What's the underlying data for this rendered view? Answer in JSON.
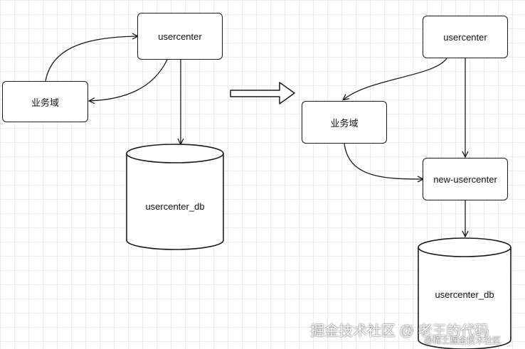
{
  "left": {
    "usercenter_label": "usercenter",
    "domain_label": "业务域",
    "db_label": "usercenter_db"
  },
  "right": {
    "usercenter_label": "usercenter",
    "domain_label": "业务域",
    "new_usercenter_label": "new-usercenter",
    "db_label": "usercenter_db"
  },
  "watermark": {
    "main": "掘金技术社区 @ 老王的代码",
    "sub": "@稀土掘金技术社区"
  },
  "colors": {
    "stroke": "#1a1a1a",
    "grid": "#ececec",
    "background": "#ffffff"
  }
}
